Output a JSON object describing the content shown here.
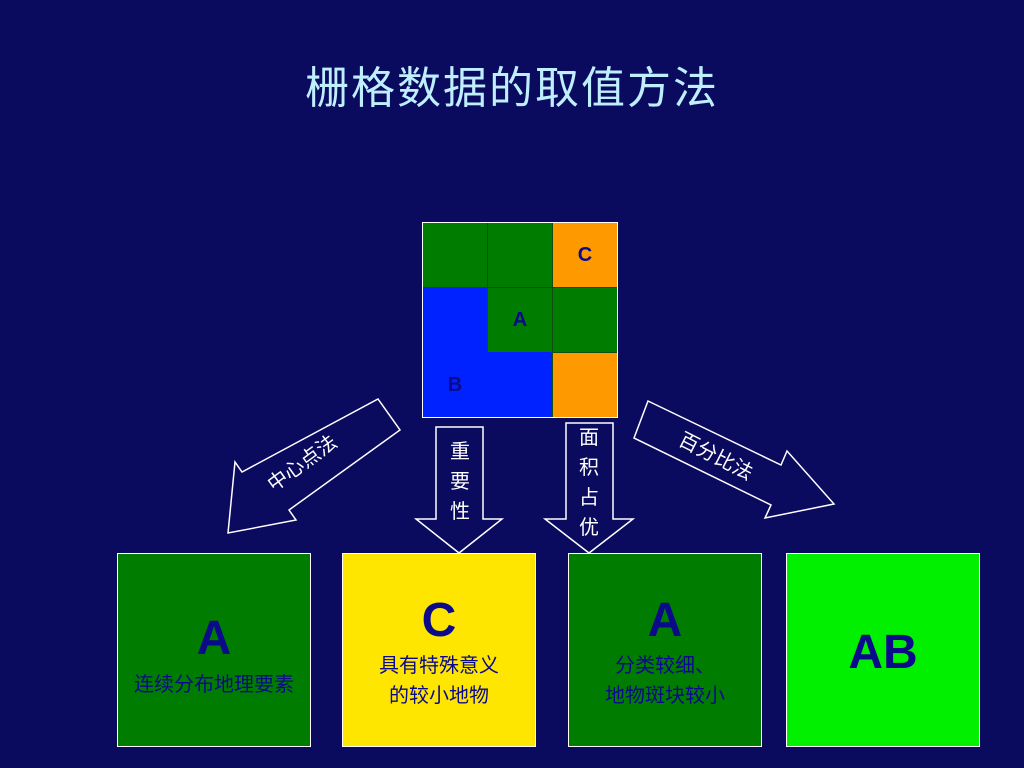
{
  "title": "栅格数据的取值方法",
  "grid": {
    "cells": [
      {
        "label": "",
        "color": "#007c00"
      },
      {
        "label": "",
        "color": "#007c00"
      },
      {
        "label": "C",
        "color": "#ff9900"
      },
      {
        "label": "",
        "color": "#0022ff"
      },
      {
        "label": "A",
        "color": "#007c00"
      },
      {
        "label": "",
        "color": "#007c00"
      },
      {
        "label": "B",
        "color": "#0022ff"
      },
      {
        "label": "",
        "color": "#0022ff"
      },
      {
        "label": "",
        "color": "#ff9900"
      }
    ]
  },
  "arrows": {
    "center": "中心点法",
    "importance": "重要性",
    "area": "面积占优",
    "percent": "百分比法"
  },
  "results": [
    {
      "big": "A",
      "lines": [
        "连续分布地理要素"
      ],
      "bg": "#007c00"
    },
    {
      "big": "C",
      "lines": [
        "具有特殊意义",
        "的较小地物"
      ],
      "bg": "#ffe600"
    },
    {
      "big": "A",
      "lines": [
        "分类较细、",
        "地物斑块较小"
      ],
      "bg": "#007c00"
    },
    {
      "big": "AB",
      "lines": [],
      "bg": "#00f000"
    }
  ],
  "colors": {
    "background": "#0a0a5e",
    "title": "#bfefff",
    "text_dark": "#0a0a8a"
  }
}
